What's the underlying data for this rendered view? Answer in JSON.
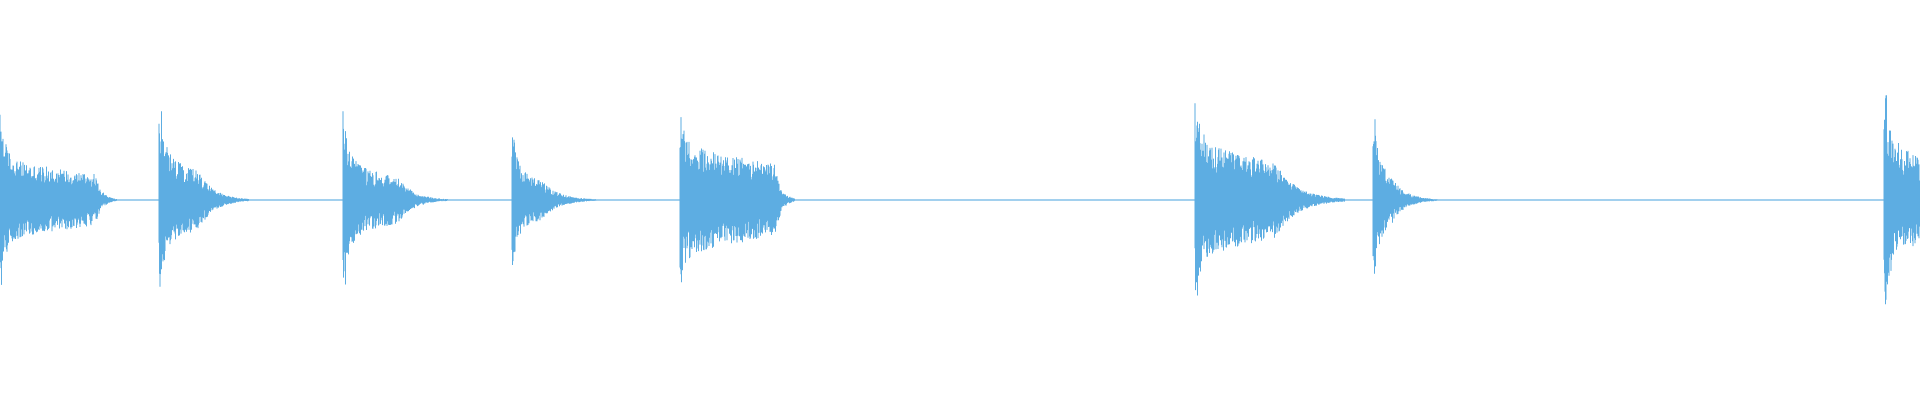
{
  "waveform": {
    "color": "#5DADE2",
    "background": "#FFFFFF",
    "duration_units": 1920,
    "baseline_amplitude": 0.005,
    "hits": [
      {
        "onset": 0,
        "peak_up": 0.83,
        "peak_down": 0.81,
        "body_amp": 0.38,
        "sustain": 95,
        "decay": 22
      },
      {
        "onset": 159,
        "peak_up": 0.85,
        "peak_down": 0.85,
        "body_amp": 0.42,
        "sustain": 40,
        "decay": 50
      },
      {
        "onset": 343,
        "peak_up": 0.86,
        "peak_down": 0.86,
        "body_amp": 0.34,
        "sustain": 55,
        "decay": 50
      },
      {
        "onset": 512,
        "peak_up": 0.64,
        "peak_down": 0.64,
        "body_amp": 0.28,
        "sustain": 30,
        "decay": 55
      },
      {
        "onset": 680,
        "peak_up": 0.8,
        "peak_down": 0.8,
        "body_amp": 0.52,
        "sustain": 95,
        "decay": 20
      },
      {
        "onset": 1195,
        "peak_up": 0.96,
        "peak_down": 0.96,
        "body_amp": 0.55,
        "sustain": 80,
        "decay": 70
      },
      {
        "onset": 1373,
        "peak_up": 0.77,
        "peak_down": 0.77,
        "body_amp": 0.3,
        "sustain": 20,
        "decay": 45
      },
      {
        "onset": 1884,
        "peak_up": 1.0,
        "peak_down": 1.0,
        "body_amp": 0.58,
        "sustain": 40,
        "decay": 0
      }
    ]
  }
}
